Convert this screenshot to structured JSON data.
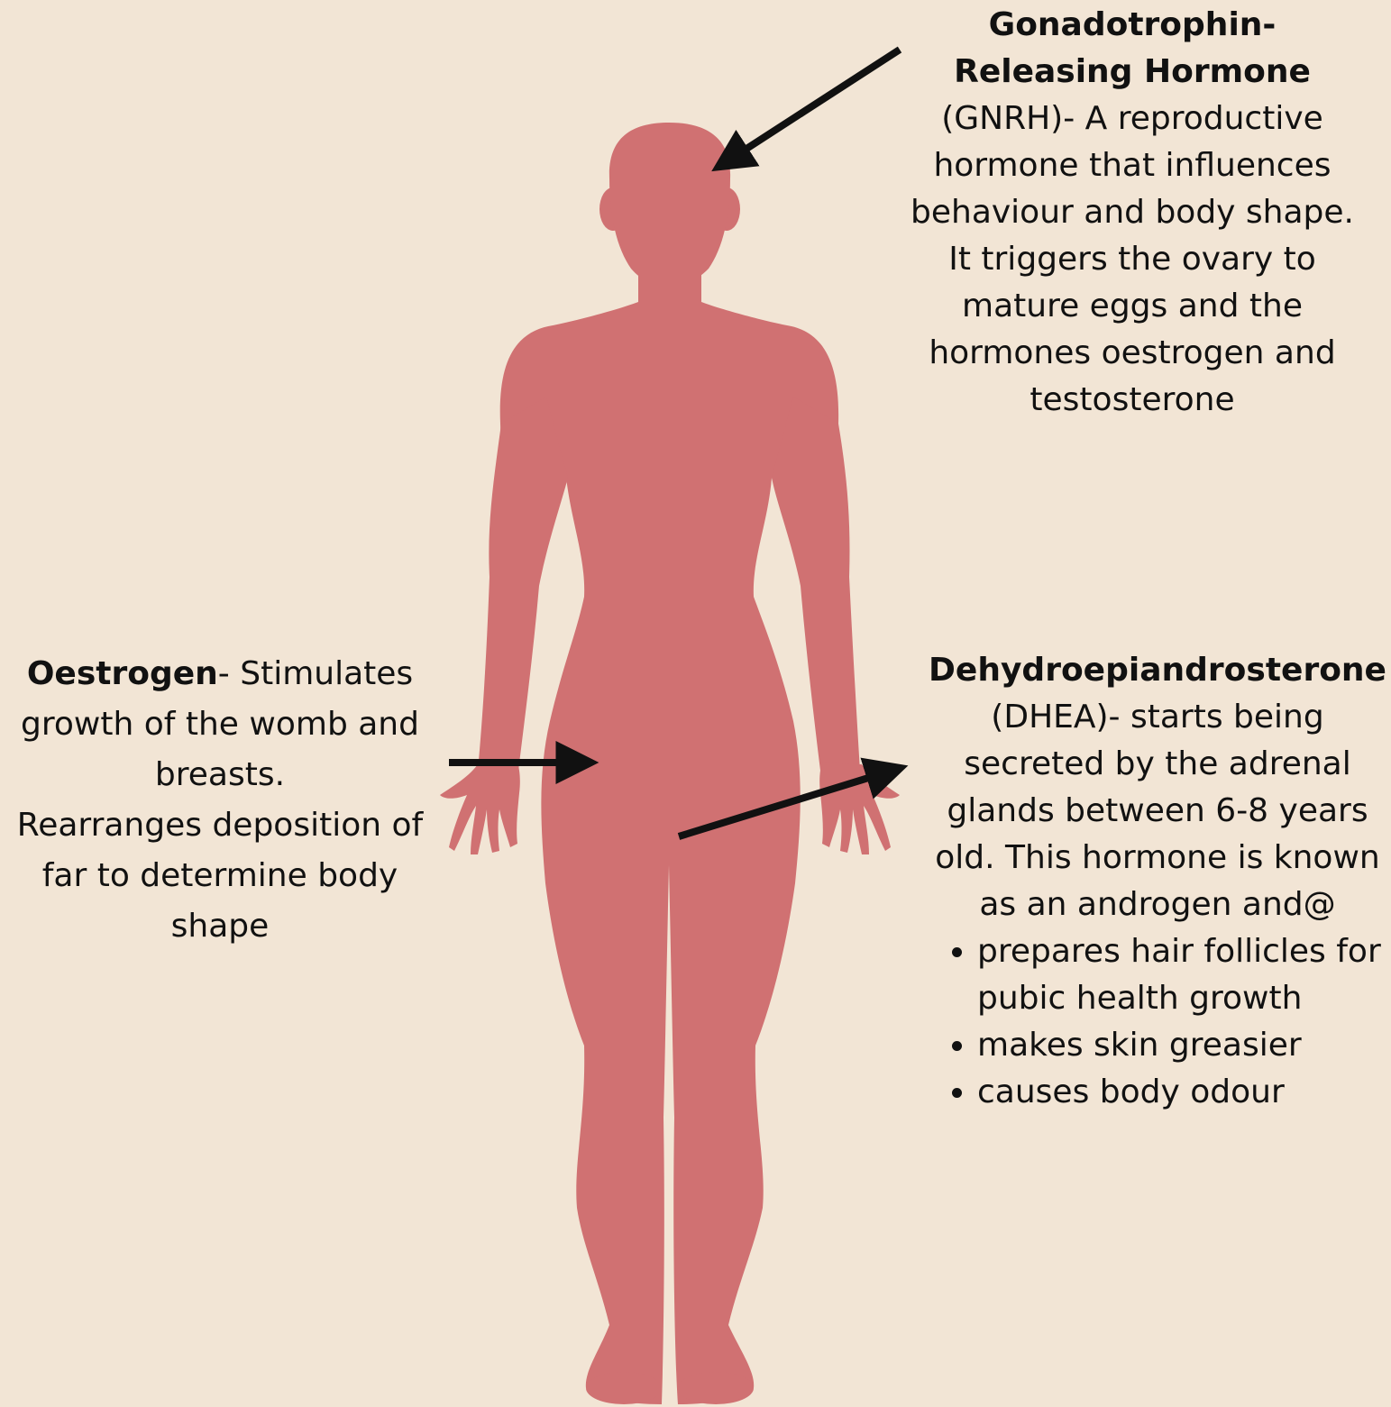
{
  "colors": {
    "background": "#f2e5d5",
    "body_silhouette": "#d07172",
    "arrow": "#111111",
    "text": "#111111"
  },
  "labels": {
    "gnrh": {
      "title": "Gonadotrophin-Releasing Hormone",
      "abbrev": " (GNRH)- A reproductive hormone that influences behaviour and body shape.",
      "line2": "It triggers the ovary to mature eggs and the hormones oestrogen and testosterone"
    },
    "oestrogen": {
      "title": "Oestrogen",
      "text1": "-  Stimulates growth of the womb and breasts.",
      "text2": "Rearranges deposition of far to determine body shape"
    },
    "dhea": {
      "title": "Dehydroepiandrosterone",
      "text": "(DHEA)- starts being secreted by the adrenal glands between 6-8 years old. This hormone is known as an androgen and@",
      "bullets": [
        "prepares hair follicles for pubic health growth",
        "makes skin greasier",
        "causes body odour"
      ]
    }
  }
}
